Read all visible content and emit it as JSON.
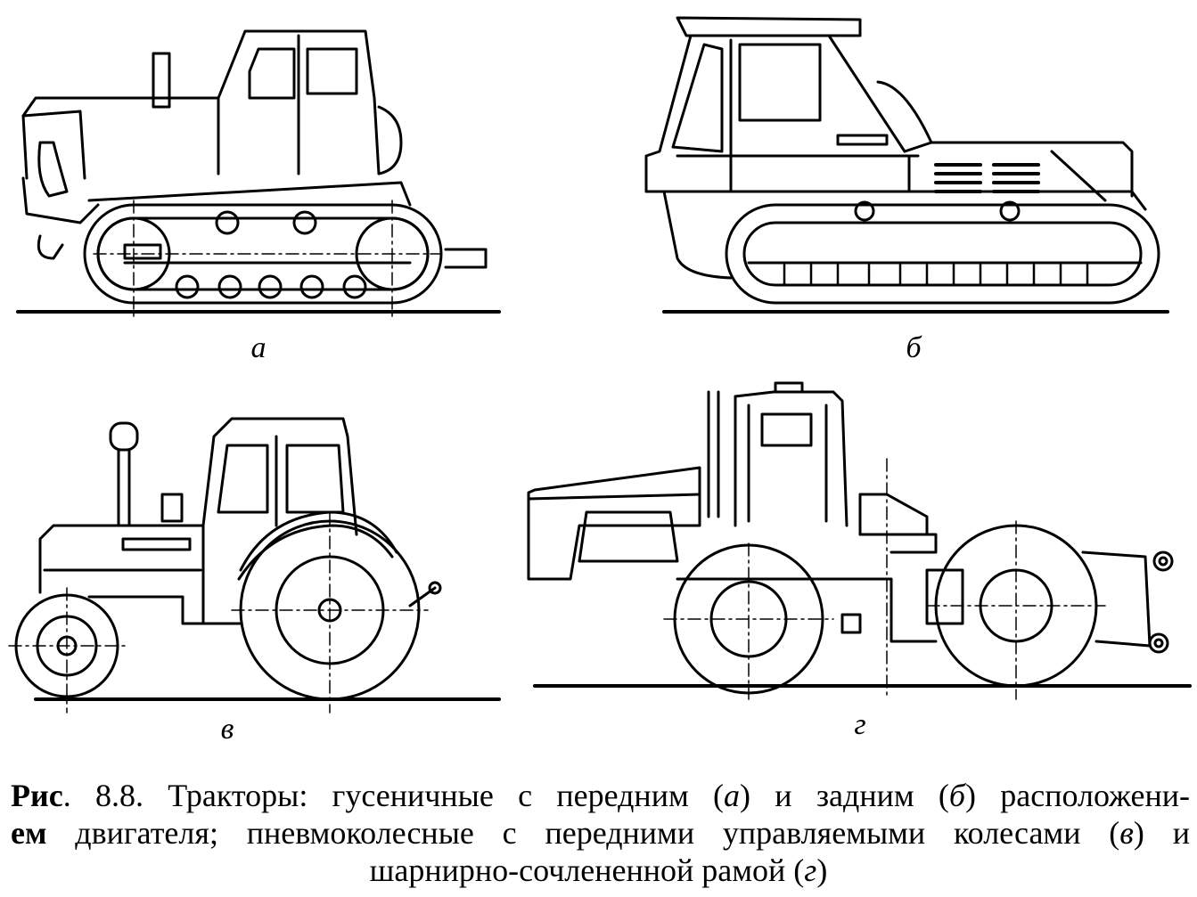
{
  "labels": {
    "a": "а",
    "b": "б",
    "v": "в",
    "g": "г"
  },
  "caption": {
    "line1_prefix": "Рис",
    "line1_rest": ". 8.8. Тракторы: гусеничные с передним (",
    "a": "а",
    "mid1": ") и задним (",
    "b": "б",
    "line1_end": ") расположени-",
    "line2_bold": "ем",
    "line2_rest": " двигателя; пневмоколесные с передними управляемыми колесами (",
    "v": "в",
    "line2_end": ") и",
    "line3_start": "шарнирно-сочлененной рамой (",
    "g": "г",
    "line3_end": ")"
  }
}
